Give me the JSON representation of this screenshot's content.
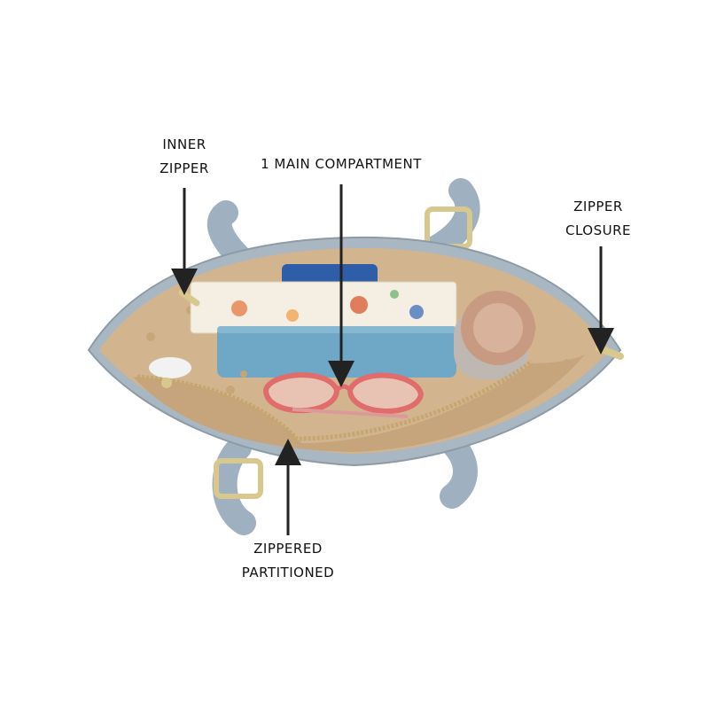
{
  "callouts": {
    "inner_zipper": [
      "INNER",
      "ZIPPER"
    ],
    "main_compartment": [
      "1 MAIN COMPARTMENT"
    ],
    "zipper_closure": [
      "ZIPPER",
      "CLOSURE"
    ],
    "zippered_partitioned": [
      "ZIPPERED",
      "PARTITIONED"
    ]
  },
  "colors": {
    "strap": "#9fb1c0",
    "strap_dark": "#7d8f9e",
    "lining": "#d2b58f",
    "lining_dark": "#bd9a6e",
    "shell": "#a9b7c2",
    "zipper": "#c6a56f",
    "hardware": "#d8c88e",
    "wallet": "#6fa7c6",
    "phone": "#2f5ea8",
    "bottle": "#c89a82",
    "glasses": "#e06c6c",
    "arrow": "#222222"
  }
}
